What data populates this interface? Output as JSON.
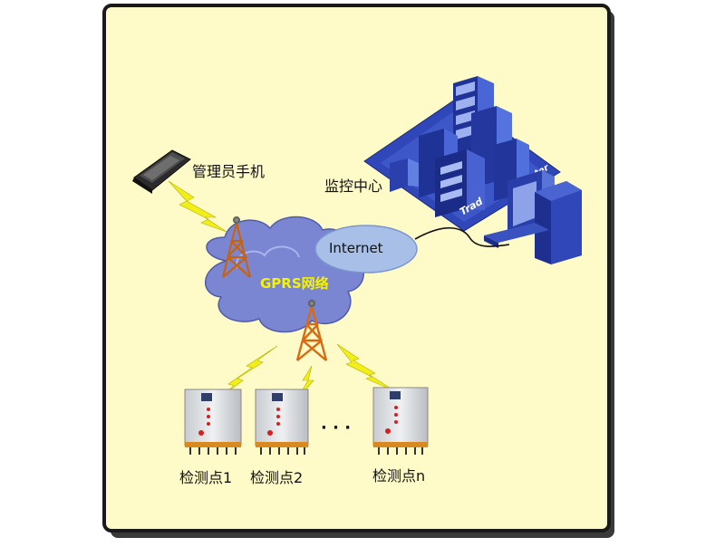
{
  "diagram": {
    "manager_phone_label": "管理员手机",
    "monitoring_center_label": "监控中心",
    "internet_label": "Internet",
    "gprs_label": "GPRS网络",
    "building_text": "Trad",
    "building_text_2": "ter",
    "ellipsis": "· · ·",
    "stations": [
      {
        "label": "检测点1"
      },
      {
        "label": "检测点2"
      },
      {
        "label": "检测点n"
      }
    ],
    "colors": {
      "panel_background": "#fffbc8",
      "panel_border": "#1a1a1a",
      "cloud": "#7a86d2",
      "internet_ellipse": "#a8bfe8",
      "tower": "#d86a10",
      "lightning": "#f2ee18",
      "building_blue": "#2f47b8"
    }
  }
}
